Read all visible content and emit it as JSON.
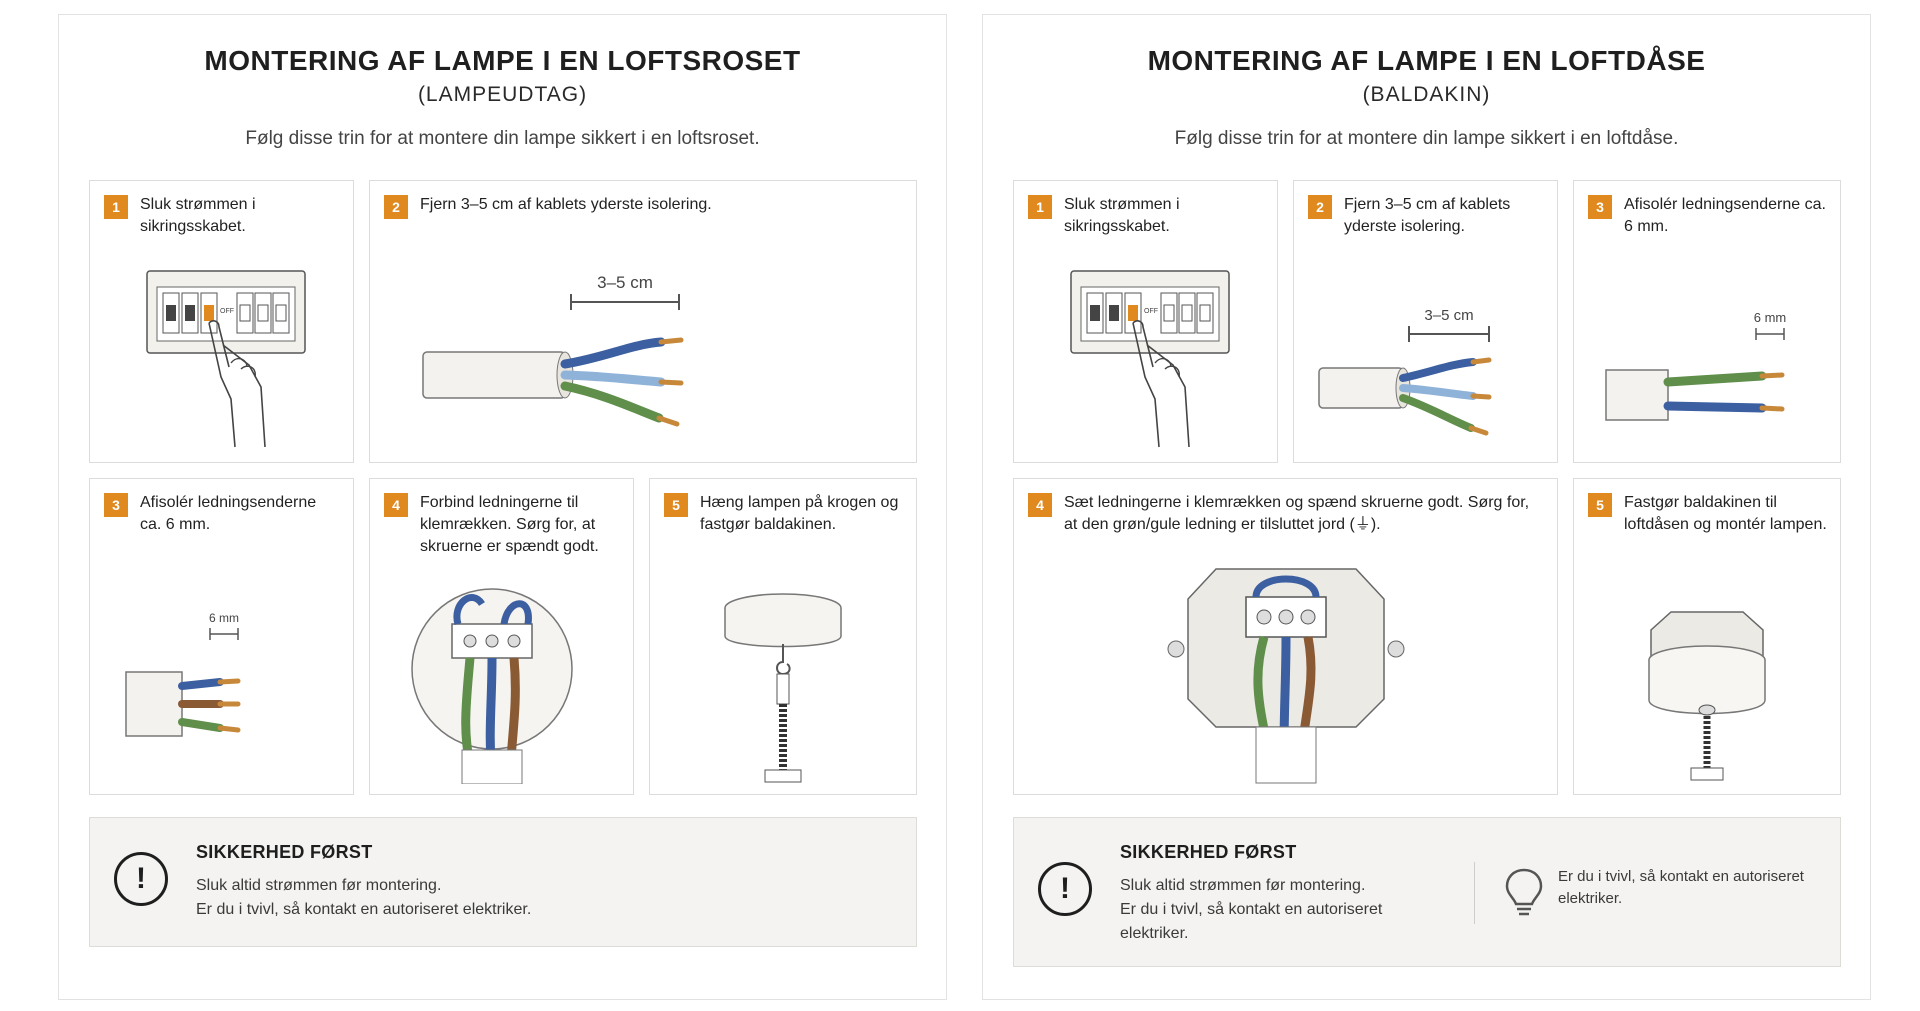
{
  "left": {
    "title": "MONTERING AF LAMPE I EN LOFTSROSET",
    "subtitle": "(LAMPEUDTAG)",
    "intro": "Følg disse trin for at montere din lampe sikkert i en loftsroset.",
    "steps": [
      {
        "num": "1",
        "text": "Sluk strømmen i sikringsskabet."
      },
      {
        "num": "2",
        "text": "Fjern 3–5 cm af kablets yderste isolering.",
        "measure": "3–5 cm"
      },
      {
        "num": "3",
        "text": "Afisolér ledningsenderne ca. 6 mm.",
        "measure": "6 mm"
      },
      {
        "num": "4",
        "text": "Forbind ledningerne til klemrækken. Sørg for, at skruerne er spændt godt."
      },
      {
        "num": "5",
        "text": "Hæng lampen på krogen og fastgør baldakinen."
      }
    ],
    "safety": {
      "icon": "!",
      "title": "SIKKERHED FØRST",
      "line1": "Sluk altid strømmen før montering.",
      "line2": "Er du i tvivl, så kontakt en autoriseret elektriker."
    }
  },
  "right": {
    "title": "MONTERING AF LAMPE I EN LOFTDÅSE",
    "subtitle": "(BALDAKIN)",
    "intro": "Følg disse trin for at montere din lampe sikkert i en loftdåse.",
    "steps": [
      {
        "num": "1",
        "text": "Sluk strømmen i sikringsskabet."
      },
      {
        "num": "2",
        "text": "Fjern 3–5 cm af kablets yderste isolering.",
        "measure": "3–5 cm"
      },
      {
        "num": "3",
        "text": "Afisolér ledningsenderne ca. 6 mm.",
        "measure": "6 mm"
      },
      {
        "num": "4",
        "text": "Sæt ledningerne i klemrækken og spænd skruerne godt. Sørg for, at den grøn/gule ledning er tilsluttet jord (⏚)."
      },
      {
        "num": "5",
        "text": "Fastgør baldakinen til loftdåsen og montér lampen."
      }
    ],
    "safety": {
      "icon": "!",
      "title": "SIKKERHED FØRST",
      "line1": "Sluk altid strømmen før montering.",
      "line2a": "Er du i tvivl, så kontakt en autoriseret",
      "line2b": "elektriker.",
      "tip_line1": "Er du i tvivl, så kontakt en autoriseret",
      "tip_line2": "elektriker."
    }
  },
  "icons": {
    "step-badge": "orange-square",
    "warning": "exclamation-circle-icon",
    "tip": "lightbulb-icon"
  },
  "colors": {
    "accent": "#e0891f",
    "wire_blue": "#3b5fa0",
    "wire_brown": "#8a5a35",
    "wire_green": "#5f8f4a",
    "wire_light_blue": "#8fb2d9"
  }
}
